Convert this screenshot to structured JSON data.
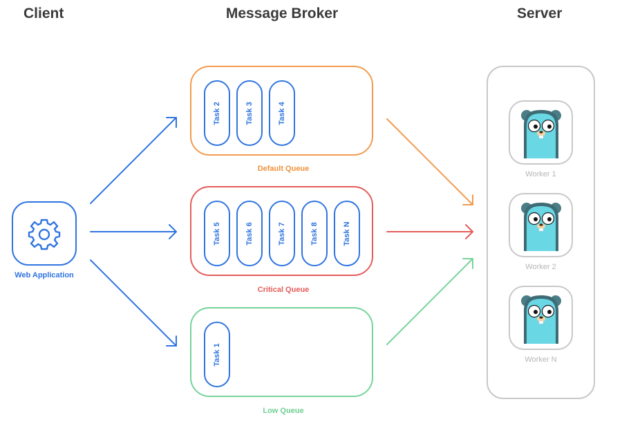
{
  "columns": {
    "client": "Client",
    "broker": "Message Broker",
    "server": "Server"
  },
  "client": {
    "label": "Web Application",
    "icon": "gear-icon"
  },
  "queues": {
    "default": {
      "label": "Default Queue",
      "color": "#F29B4E",
      "tasks": [
        "Task 2",
        "Task 3",
        "Task 4"
      ]
    },
    "critical": {
      "label": "Critical Queue",
      "color": "#E35D5B",
      "tasks": [
        "Task 5",
        "Task 6",
        "Task 7",
        "Task 8",
        "Task N"
      ]
    },
    "low": {
      "label": "Low Queue",
      "color": "#76D39A",
      "tasks": [
        "Task 1"
      ]
    }
  },
  "workers": [
    "Worker 1",
    "Worker 2",
    "Worker N"
  ],
  "colors": {
    "client_arrow": "#2F74E0",
    "server_border": "#C8C8C8",
    "gopher": "#6AD7E5"
  }
}
